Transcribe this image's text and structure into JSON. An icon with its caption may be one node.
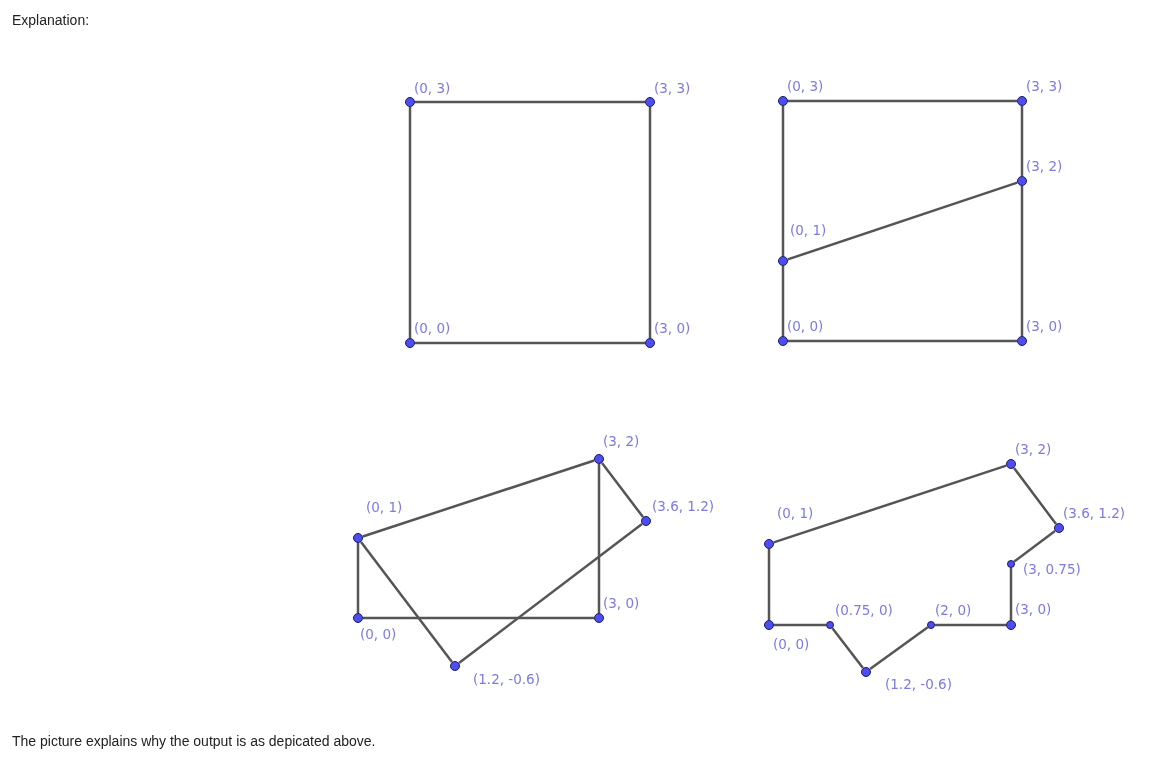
{
  "diagram": {
    "title": "Explanation:",
    "caption": "The picture explains why the output is as depicated above.",
    "nodes": [
      {
        "text": [],
        "shape": "circle",
        "beside": [
          "(0, 3)"
        ]
      },
      {
        "text": [],
        "shape": "circle",
        "beside": [
          "(3, 3)"
        ]
      },
      {
        "text": [],
        "shape": "circle",
        "beside": [
          "(0, 0)"
        ]
      },
      {
        "text": [],
        "shape": "circle",
        "beside": [
          "(3, 0)"
        ]
      },
      {
        "text": [],
        "shape": "circle",
        "beside": [
          "(0, 3)"
        ]
      },
      {
        "text": [],
        "shape": "circle",
        "beside": [
          "(3, 3)"
        ]
      },
      {
        "text": [],
        "shape": "circle",
        "beside": [
          "(3, 2)"
        ]
      },
      {
        "text": [],
        "shape": "circle",
        "beside": [
          "(0, 1)"
        ]
      },
      {
        "text": [],
        "shape": "circle",
        "beside": [
          "(0, 0)"
        ]
      },
      {
        "text": [],
        "shape": "circle",
        "beside": [
          "(3, 0)"
        ]
      },
      {
        "text": [],
        "shape": "circle",
        "beside": [
          "(3, 2)"
        ]
      },
      {
        "text": [],
        "shape": "circle",
        "beside": [
          "(0, 1)"
        ]
      },
      {
        "text": [],
        "shape": "circle",
        "beside": [
          "(3.6, 1.2)"
        ]
      },
      {
        "text": [],
        "shape": "circle",
        "beside": [
          "(3, 0)"
        ]
      },
      {
        "text": [],
        "shape": "circle",
        "beside": [
          "(0, 0)"
        ]
      },
      {
        "text": [],
        "shape": "circle",
        "beside": [
          "(1.2, -0.6)"
        ]
      },
      {
        "text": [],
        "shape": "circle",
        "beside": [
          "(3, 2)"
        ]
      },
      {
        "text": [],
        "shape": "circle",
        "beside": [
          "(0, 1)"
        ]
      },
      {
        "text": [],
        "shape": "circle",
        "beside": [
          "(3.6, 1.2)"
        ]
      },
      {
        "text": [],
        "shape": "circle",
        "beside": [
          "(3, 0.75)"
        ]
      },
      {
        "text": [],
        "shape": "circle",
        "beside": [
          "(0.75, 0)"
        ]
      },
      {
        "text": [],
        "shape": "circle",
        "beside": [
          "(2, 0)"
        ]
      },
      {
        "text": [],
        "shape": "circle",
        "beside": [
          "(3, 0)"
        ]
      },
      {
        "text": [],
        "shape": "circle",
        "beside": [
          "(0, 0)"
        ]
      },
      {
        "text": [],
        "shape": "circle",
        "beside": [
          "(1.2, -0.6)"
        ]
      }
    ],
    "edges": [
      {
        "from": 0,
        "to": 1,
        "arrow": "none"
      },
      {
        "from": 1,
        "to": 3,
        "arrow": "none"
      },
      {
        "from": 3,
        "to": 2,
        "arrow": "none"
      },
      {
        "from": 2,
        "to": 0,
        "arrow": "none"
      },
      {
        "from": 4,
        "to": 5,
        "arrow": "none"
      },
      {
        "from": 5,
        "to": 6,
        "arrow": "none"
      },
      {
        "from": 6,
        "to": 9,
        "arrow": "none"
      },
      {
        "from": 9,
        "to": 8,
        "arrow": "none"
      },
      {
        "from": 8,
        "to": 7,
        "arrow": "none"
      },
      {
        "from": 7,
        "to": 4,
        "arrow": "none"
      },
      {
        "from": 7,
        "to": 6,
        "arrow": "none"
      },
      {
        "from": 11,
        "to": 10,
        "arrow": "none"
      },
      {
        "from": 10,
        "to": 12,
        "arrow": "none"
      },
      {
        "from": 10,
        "to": 13,
        "arrow": "none"
      },
      {
        "from": 13,
        "to": 14,
        "arrow": "none"
      },
      {
        "from": 14,
        "to": 11,
        "arrow": "none"
      },
      {
        "from": 11,
        "to": 15,
        "arrow": "none"
      },
      {
        "from": 15,
        "to": 12,
        "arrow": "none"
      },
      {
        "from": 17,
        "to": 16,
        "arrow": "none"
      },
      {
        "from": 16,
        "to": 18,
        "arrow": "none"
      },
      {
        "from": 18,
        "to": 19,
        "arrow": "none"
      },
      {
        "from": 19,
        "to": 22,
        "arrow": "none"
      },
      {
        "from": 22,
        "to": 21,
        "arrow": "none"
      },
      {
        "from": 21,
        "to": 24,
        "arrow": "none"
      },
      {
        "from": 24,
        "to": 20,
        "arrow": "none"
      },
      {
        "from": 20,
        "to": 23,
        "arrow": "none"
      },
      {
        "from": 23,
        "to": 17,
        "arrow": "none"
      }
    ]
  }
}
